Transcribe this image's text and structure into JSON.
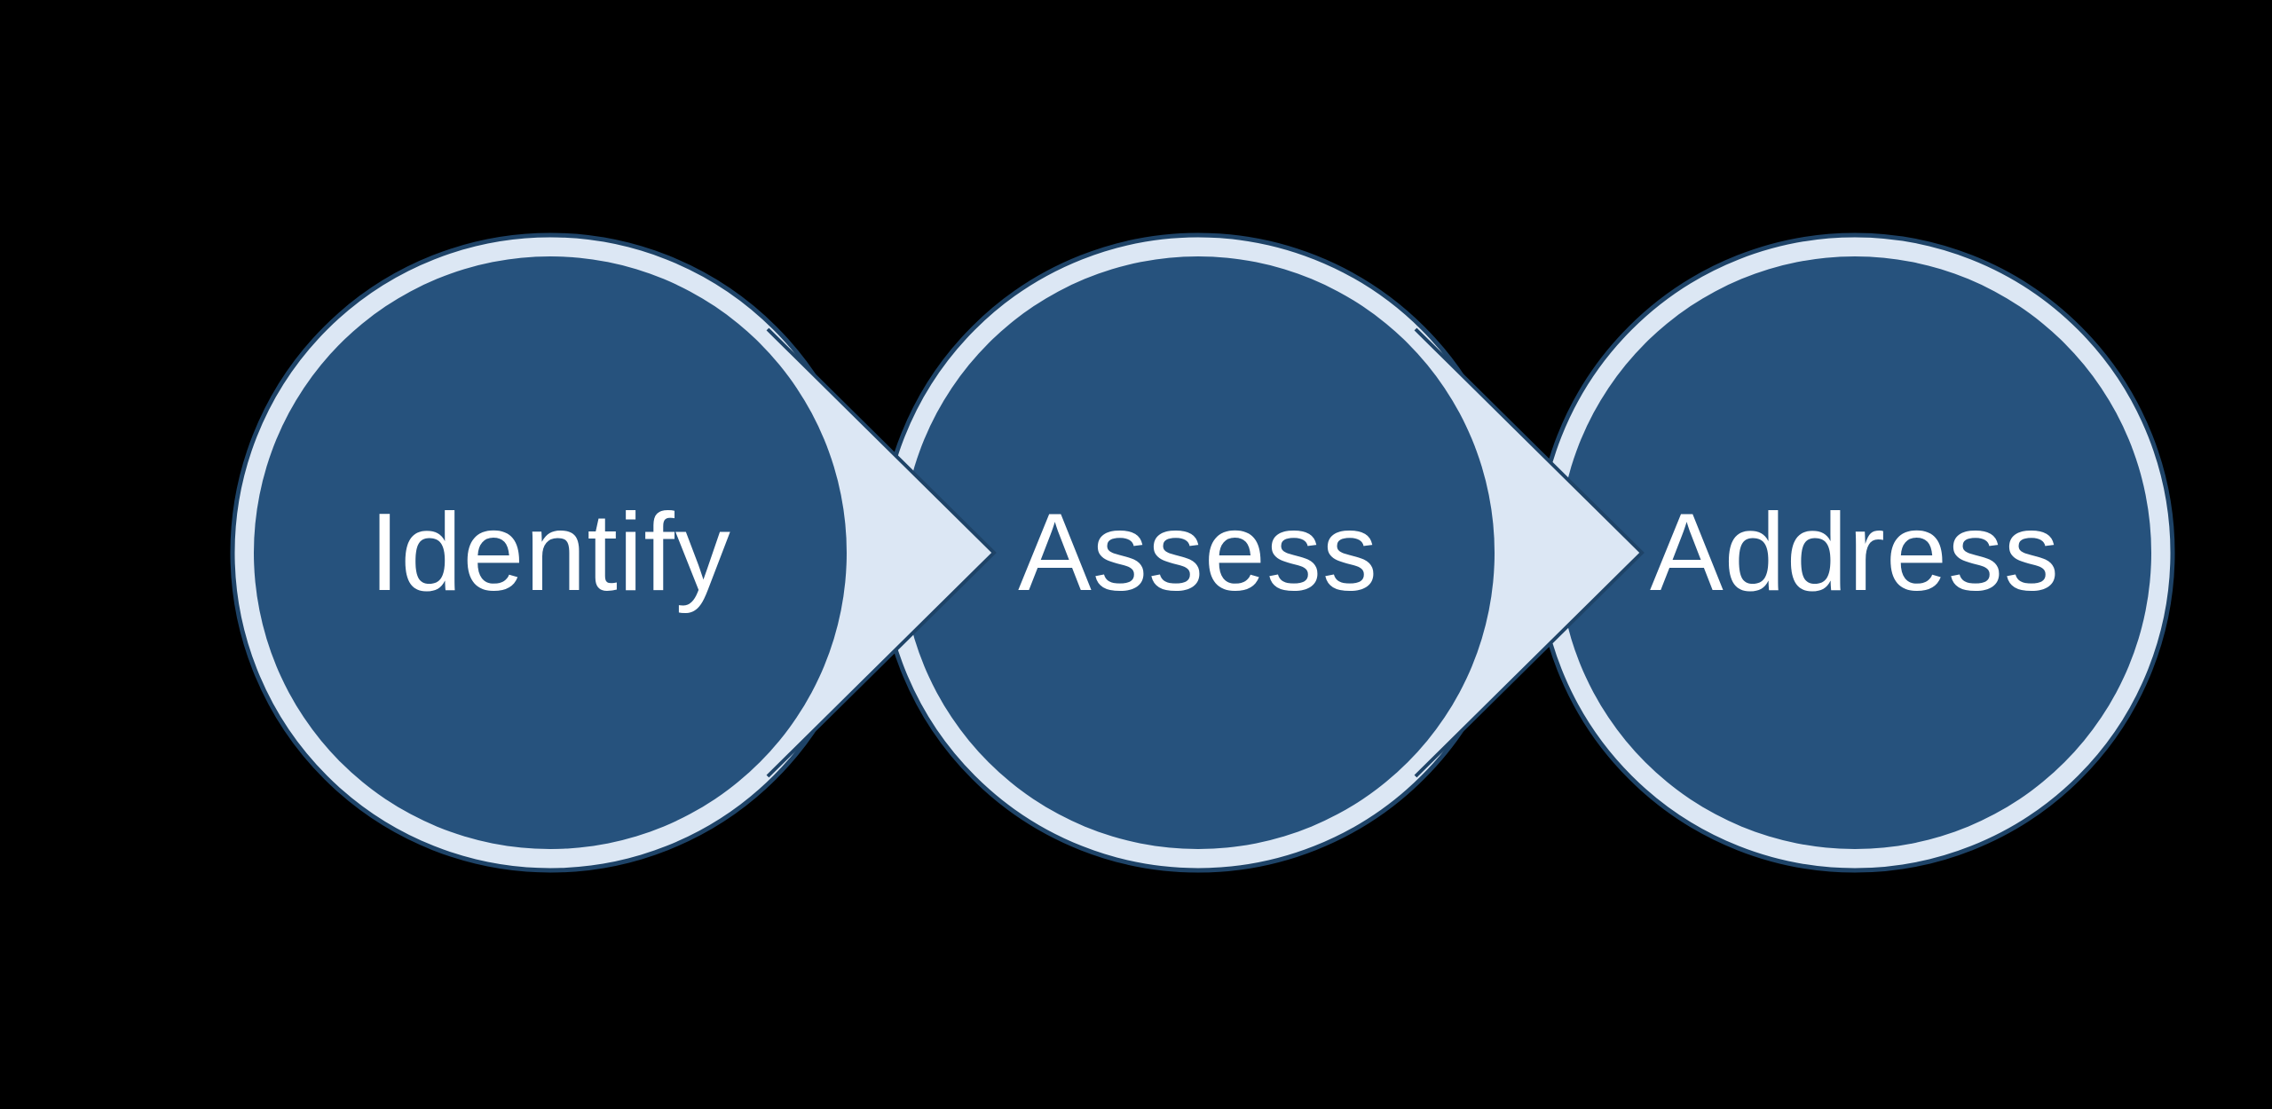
{
  "diagram": {
    "type": "process-flow",
    "description": "Three-step circular process diagram with arrows",
    "steps": [
      {
        "label": "Identify"
      },
      {
        "label": "Assess"
      },
      {
        "label": "Address"
      }
    ],
    "colors": {
      "background": "#000000",
      "circle_fill": "#26527D",
      "ring": "#DCE7F4",
      "arrow_fill": "#DCE7F4",
      "outline": "#1E4367",
      "label_text": "#FFFFFF"
    }
  }
}
